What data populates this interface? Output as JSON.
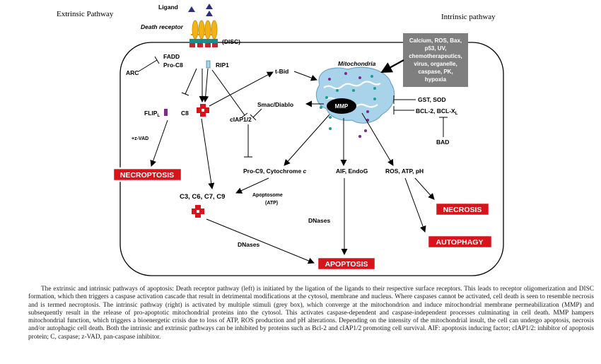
{
  "headings": {
    "extrinsic": "Extrinsic Pathway",
    "intrinsic": "Intrinsic pathway"
  },
  "receptor": {
    "ligand": "Ligand",
    "death_receptor": "Death receptor",
    "disc": "(DISC)"
  },
  "extrinsic_nodes": {
    "fadd": "FADD",
    "pro_c8": "Pro-C8",
    "rip1": "RIP1",
    "arc": "ARC",
    "flip": "FLIP",
    "flip_sub": "L",
    "c8": "C8",
    "zvad": "+z-VAD",
    "ciap": "cIAP1/2"
  },
  "mito": {
    "label": "Mitochondria",
    "mmp": "MMP",
    "tbid": "t-Bid",
    "smac": "Smac/Diablo"
  },
  "stimuli": {
    "lines": [
      "Calcium, ROS, Bax,",
      "p53, UV,",
      "chemotherapeutics,",
      "virus, organelle,",
      "caspase, PK,",
      "hypoxia"
    ]
  },
  "inhibitors": {
    "gst": "GST, SOD",
    "bcl": "BCL-2, BCL-X",
    "bcl_sub": "L",
    "bad": "BAD"
  },
  "products": {
    "proc9_prefix": "Pro-C9, Cytochrome ",
    "proc9_italic": "c",
    "aif": "AIF, EndoG",
    "ros": "ROS, ATP, pH",
    "caspases": "C3, C6, C7, C9",
    "apoptosome": "Apoptosome",
    "atp": "(ATP)",
    "dnases_right": "DNases",
    "dnases_left": "DNases"
  },
  "outcomes": {
    "necroptosis": "NECROPTOSIS",
    "necrosis": "NECROSIS",
    "autophagy": "AUTOPHAGY",
    "apoptosis": "APOPTOSIS"
  },
  "colors": {
    "red": "#d8141b",
    "stimuli_box": "#7f7f7f",
    "mito_fill": "#a9d3ea",
    "receptor": "#f3b316",
    "receptor_base": "#1f8a8a",
    "disc_red": "#c5262b",
    "flip_purple": "#7b2a8a",
    "rip1_blue": "#a9d3ea",
    "dot_purple": "#7b2a8a",
    "dot_teal": "#1a9e90"
  },
  "caption": "The extrinsic and intrinsic pathways of apoptosis: Death receptor pathway (left) is initiated by the ligation of the ligands to their respective surface receptors. This leads to receptor oligomerization and DISC formation, which then triggers a caspase activation cascade that result in detrimental modifications at the cytosol, membrane and nucleus. Where caspases cannot be activated, cell death is seen to resemble necrosis and is termed necroptosis. The intrinsic pathway (right) is activated by multiple stimuli (grey box), which converge at the mitochondrion and induce mitochondrial membrane permeabilization (MMP) and subsequently result in the release of pro-apoptotic mitochondrial proteins into the cytosol. This activates caspase-dependent and caspase-independent processes culminating in cell death. MMP hampers mitochondrial function, which triggers a bioenergetic crisis due to loss of ATP, ROS production and pH alterations. Depending on the intensity of the mitochondrial insult, the cell can undergo apoptosis, necrosis and/or autophagic cell death. Both the intrinsic and extrinsic pathways can be inhibited by proteins such as Bcl-2 and cIAP1/2 promoting cell survival. AIF: apoptosis inducing factor; cIAP1/2: inhibitor of apoptosis protein; C, caspase; z-VAD, pan-caspase inhibitor."
}
